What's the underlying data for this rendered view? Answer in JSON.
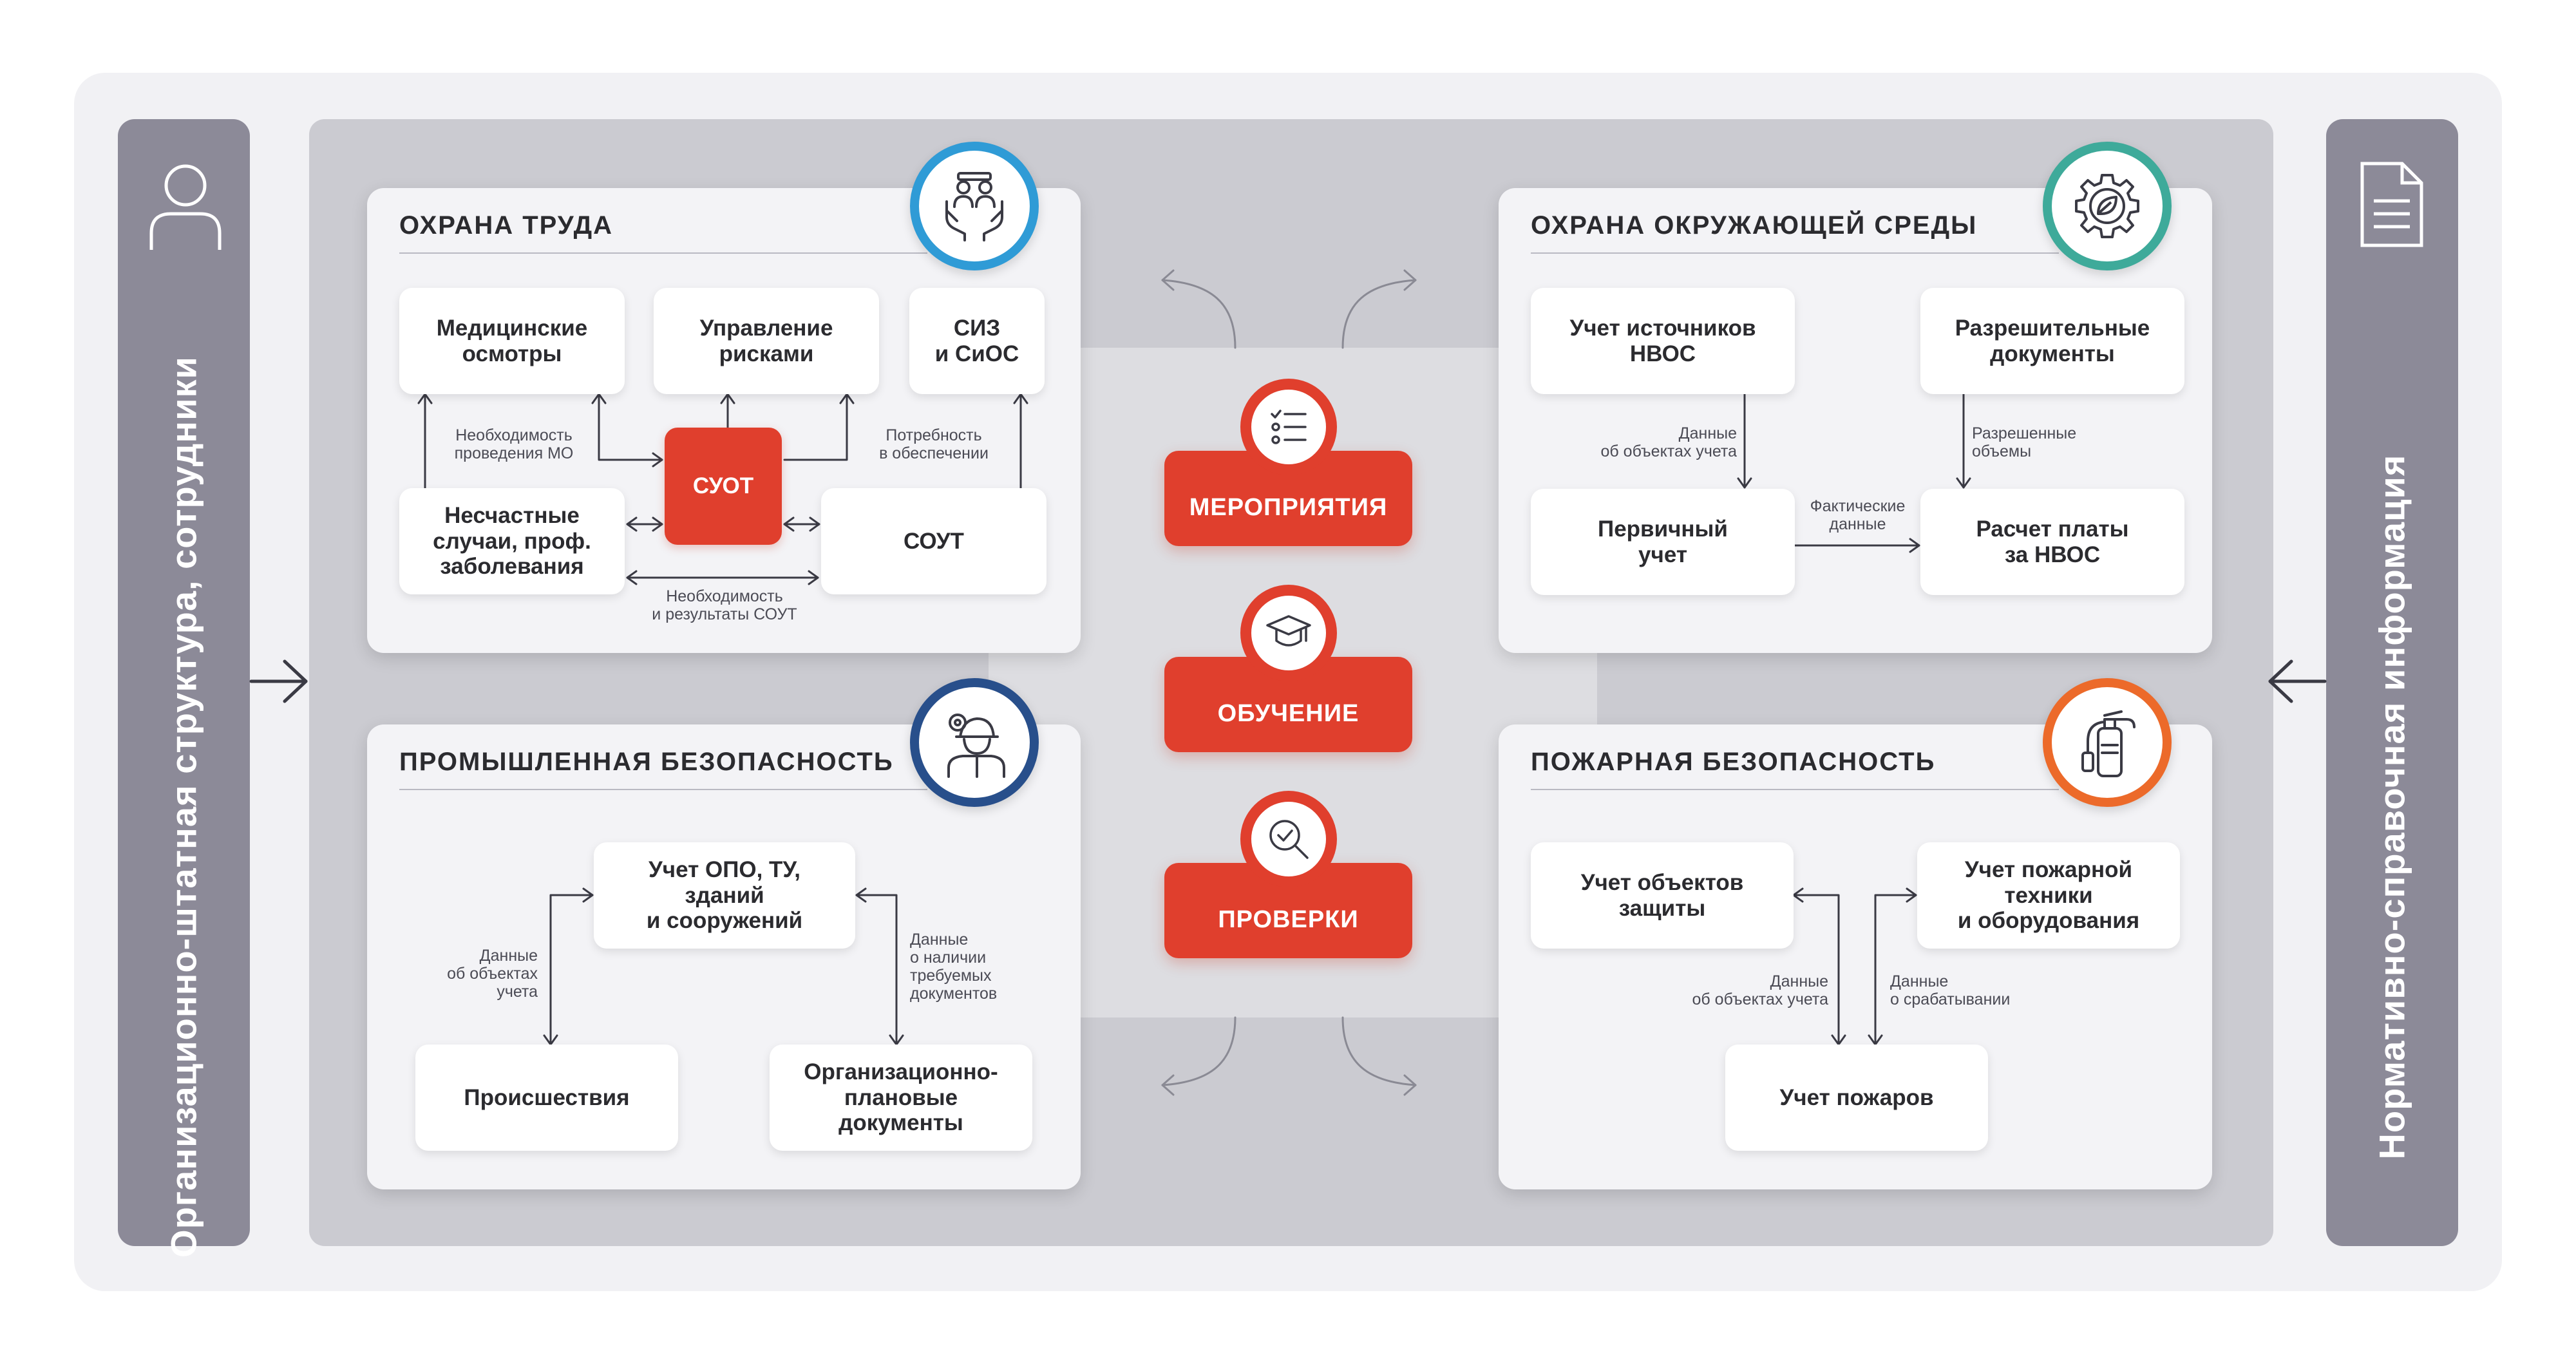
{
  "sidebars": {
    "left": "Организационно-штатная структура, сотрудники",
    "right": "Нормативно-справочная информация"
  },
  "labor": {
    "title": "ОХРАНА ТРУДА",
    "medical": "Медицинские\nосмотры",
    "risks": "Управление\nрисками",
    "siz": "СИЗ\nи СиОС",
    "suot": "СУОТ",
    "accidents": "Несчастные\nслучаи, проф.\nзаболевания",
    "sout": "СОУТ",
    "lbl_mo": "Необходимость\nпроведения МО",
    "lbl_supply": "Потребность\nв обеспечении",
    "lbl_sout": "Необходимость\nи результаты СОУТ"
  },
  "env": {
    "title": "ОХРАНА ОКРУЖАЮЩЕЙ СРЕДЫ",
    "sources": "Учет источников\nНВОС",
    "permits": "Разрешительные\nдокументы",
    "primary": "Первичный\nучет",
    "payment": "Расчет платы\nза НВОС",
    "lbl_objects": "Данные\nоб объектах учета",
    "lbl_volumes": "Разрешенные\nобъемы",
    "lbl_actual": "Фактические\nданные"
  },
  "industrial": {
    "title": "ПРОМЫШЛЕННАЯ БЕЗОПАСНОСТЬ",
    "opo": "Учет ОПО, ТУ,\nзданий\nи сооружений",
    "incidents": "Происшествия",
    "org_docs": "Организационно-\nплановые\nдокументы",
    "lbl_objects": "Данные\nоб объектах\nучета",
    "lbl_docs": "Данные\nо наличии\nтребуемых\nдокументов"
  },
  "fire": {
    "title": "ПОЖАРНАЯ БЕЗОПАСНОСТЬ",
    "protected": "Учет объектов\nзащиты",
    "equipment": "Учет пожарной\nтехники\nи оборудования",
    "fires": "Учет пожаров",
    "lbl_objects": "Данные\nоб объектах учета",
    "lbl_triggers": "Данные\nо срабатывании"
  },
  "center": {
    "events": "МЕРОПРИЯТИЯ",
    "training": "ОБУЧЕНИЕ",
    "checks": "ПРОВЕРКИ"
  },
  "colors": {
    "red": "#e03f2d",
    "labor_ring": "#2f9bd6",
    "env_ring": "#3eaa9a",
    "industrial_ring": "#284f8b",
    "fire_ring": "#ec6a2a",
    "sidebar": "#8c8a98"
  },
  "icons": {
    "left_sidebar": "user-icon",
    "right_sidebar": "document-icon",
    "labor": "hands-workers-icon",
    "env": "gear-leaf-icon",
    "industrial": "worker-helmet-icon",
    "fire": "fire-extinguisher-icon",
    "events": "checklist-icon",
    "training": "graduation-cap-icon",
    "checks": "magnifier-check-icon"
  }
}
